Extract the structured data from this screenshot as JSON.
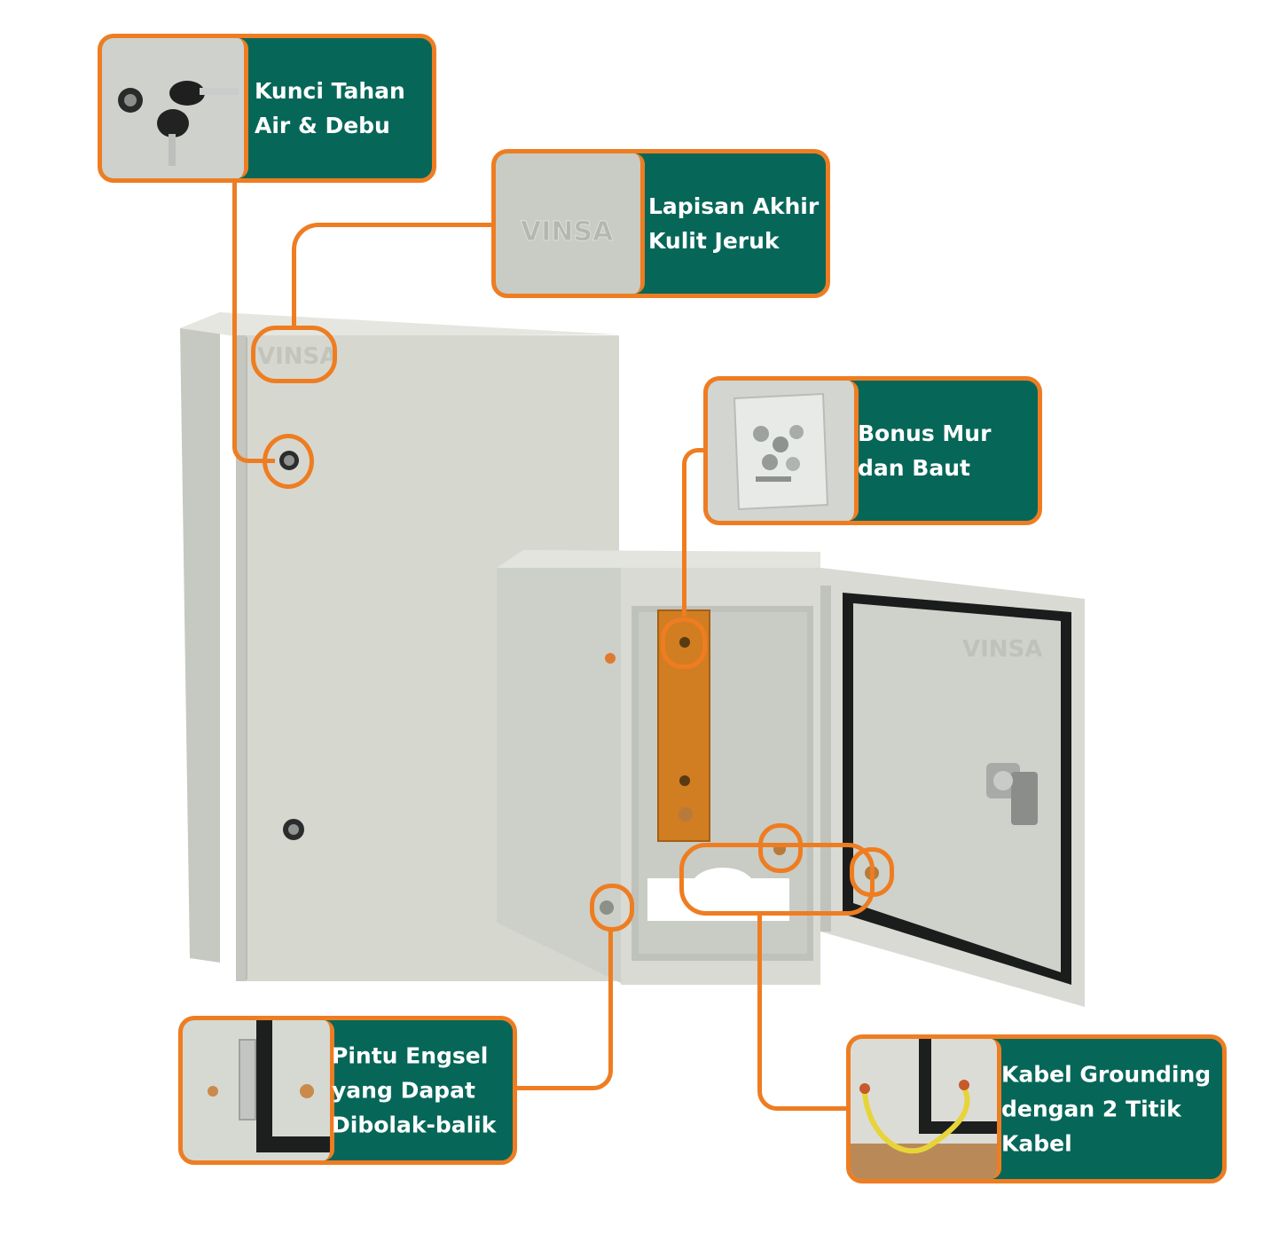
{
  "colors": {
    "accent": "#ee7d22",
    "panel": "#066759",
    "enclosure": "#d3d5cd",
    "label_text": "#ffffff"
  },
  "callouts": {
    "lock": {
      "label": "Kunci Tahan\nAir & Debu",
      "thumb_icon": "key-lock-icon"
    },
    "finish": {
      "label": "Lapisan Akhir\nKulit Jeruk",
      "thumb_icon": "embossed-logo-icon",
      "logo_text": "VINSA"
    },
    "bolts": {
      "label": "Bonus Mur\ndan Baut",
      "thumb_icon": "bolts-bag-icon"
    },
    "hinge": {
      "label": "Pintu Engsel\nyang Dapat\nDibolak-balik",
      "thumb_icon": "hinge-icon"
    },
    "grounding": {
      "label": "Kabel Grounding\ndengan 2 Titik\nKabel",
      "thumb_icon": "grounding-wire-icon"
    }
  },
  "product": {
    "logo_text": "VINSA"
  }
}
